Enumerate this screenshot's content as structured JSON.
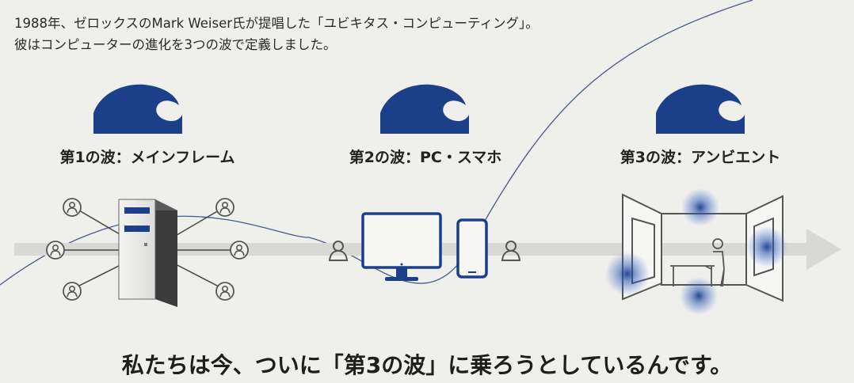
{
  "intro": {
    "line1": "1988年、ゼロックスのMark Weiser氏が提唱した「ユビキタス・コンピューティング」。",
    "line2": "彼はコンピューターの進化を3つの波で定義しました。"
  },
  "waves": [
    {
      "label": "第1の波：メインフレーム",
      "icon": "wave-icon",
      "illustration": "mainframe-server-with-users"
    },
    {
      "label": "第2の波：PC・スマホ",
      "icon": "wave-icon",
      "illustration": "pc-and-smartphone"
    },
    {
      "label": "第3の波：アンビエント",
      "icon": "wave-icon",
      "illustration": "ambient-room"
    }
  ],
  "conclusion": "私たちは今、ついに「第3の波」に乗ろうとしているんです。",
  "colors": {
    "background": "#efefeb",
    "navy": "#1c3f8a",
    "arrow": "#d8d8d4",
    "outline": "#555555"
  }
}
